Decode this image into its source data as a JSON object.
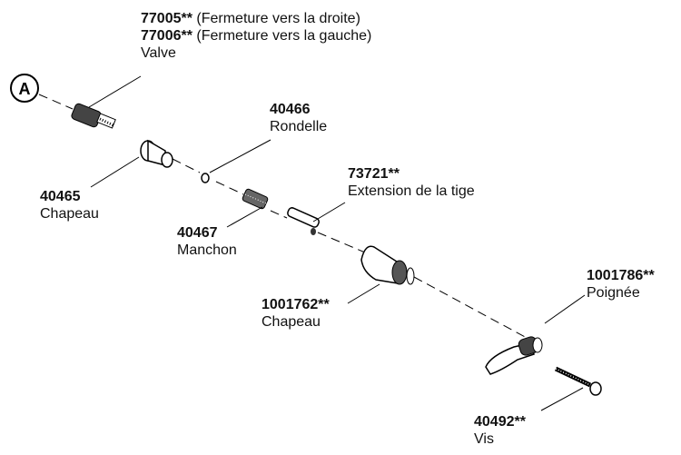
{
  "callout": "A",
  "parts": {
    "valve": {
      "part1": "77005**",
      "desc1": " (Fermeture vers la droite)",
      "part2": "77006**",
      "desc2": " (Fermeture vers la gauche)",
      "name": "Valve"
    },
    "washer": {
      "part": "40466",
      "name": "Rondelle"
    },
    "cap_small": {
      "part": "40465",
      "name": "Chapeau"
    },
    "stem_ext": {
      "part": "73721**",
      "name": "Extension de la tige"
    },
    "sleeve": {
      "part": "40467",
      "name": "Manchon"
    },
    "cap_large": {
      "part": "1001762**",
      "name": "Chapeau"
    },
    "handle": {
      "part": "1001786**",
      "name": "Poignée"
    },
    "screw": {
      "part": "40492**",
      "name": "Vis"
    }
  }
}
